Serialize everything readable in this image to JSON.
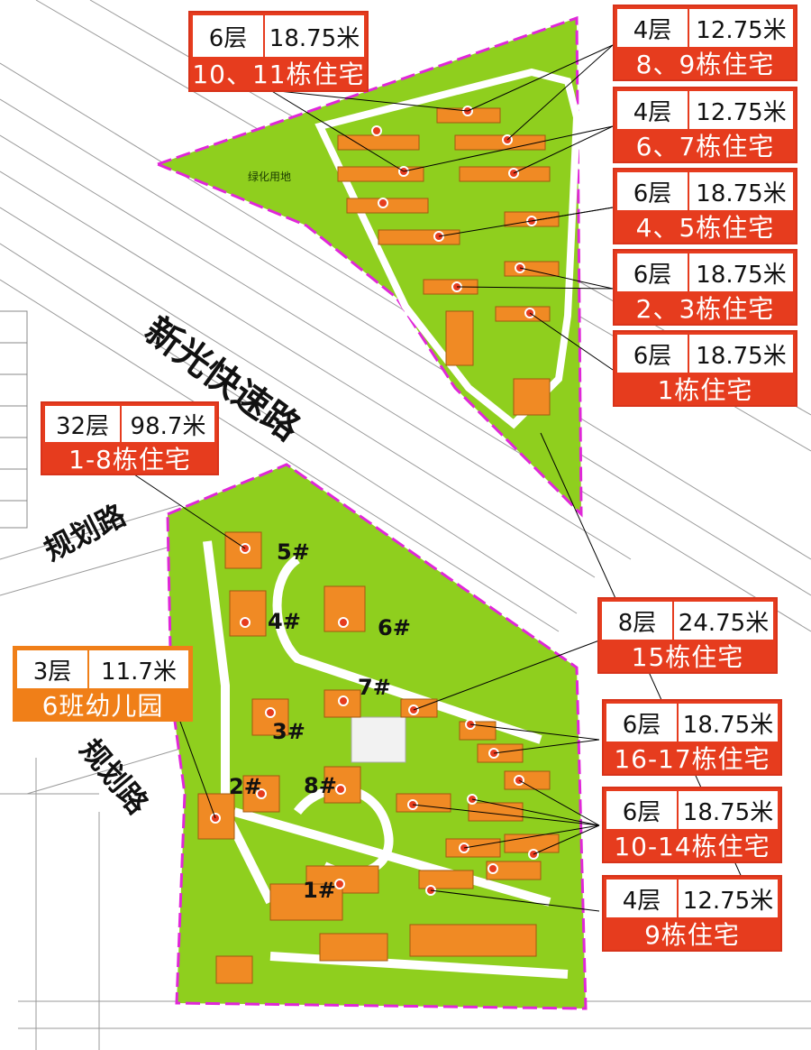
{
  "colors": {
    "green": "#8fcf1e",
    "boundary": "#e027d8",
    "building": "#f08a24",
    "card_red": "#e63c1e",
    "card_orange": "#f07f18"
  },
  "roads": {
    "expressway": "新光快速路",
    "planned_road_1": "规划路",
    "planned_road_2": "规划路"
  },
  "map_labels": {
    "green_land": "绿化用地",
    "b1": "1#",
    "b2": "2#",
    "b3": "3#",
    "b4": "4#",
    "b5": "5#",
    "b6": "6#",
    "b7": "7#",
    "b8": "8#"
  },
  "cards": [
    {
      "floors": "6层",
      "height": "18.75米",
      "name": "10、11栋住宅",
      "style": "red"
    },
    {
      "floors": "4层",
      "height": "12.75米",
      "name": "8、9栋住宅",
      "style": "red"
    },
    {
      "floors": "4层",
      "height": "12.75米",
      "name": "6、7栋住宅",
      "style": "red"
    },
    {
      "floors": "6层",
      "height": "18.75米",
      "name": "4、5栋住宅",
      "style": "red"
    },
    {
      "floors": "6层",
      "height": "18.75米",
      "name": "2、3栋住宅",
      "style": "red"
    },
    {
      "floors": "6层",
      "height": "18.75米",
      "name": "1栋住宅",
      "style": "red"
    },
    {
      "floors": "32层",
      "height": "98.7米",
      "name": "1-8栋住宅",
      "style": "red"
    },
    {
      "floors": "8层",
      "height": "24.75米",
      "name": "15栋住宅",
      "style": "red"
    },
    {
      "floors": "3层",
      "height": "11.7米",
      "name": "6班幼儿园",
      "style": "orange"
    },
    {
      "floors": "6层",
      "height": "18.75米",
      "name": "16-17栋住宅",
      "style": "red"
    },
    {
      "floors": "6层",
      "height": "18.75米",
      "name": "10-14栋住宅",
      "style": "red"
    },
    {
      "floors": "4层",
      "height": "12.75米",
      "name": "9栋住宅",
      "style": "red"
    }
  ]
}
